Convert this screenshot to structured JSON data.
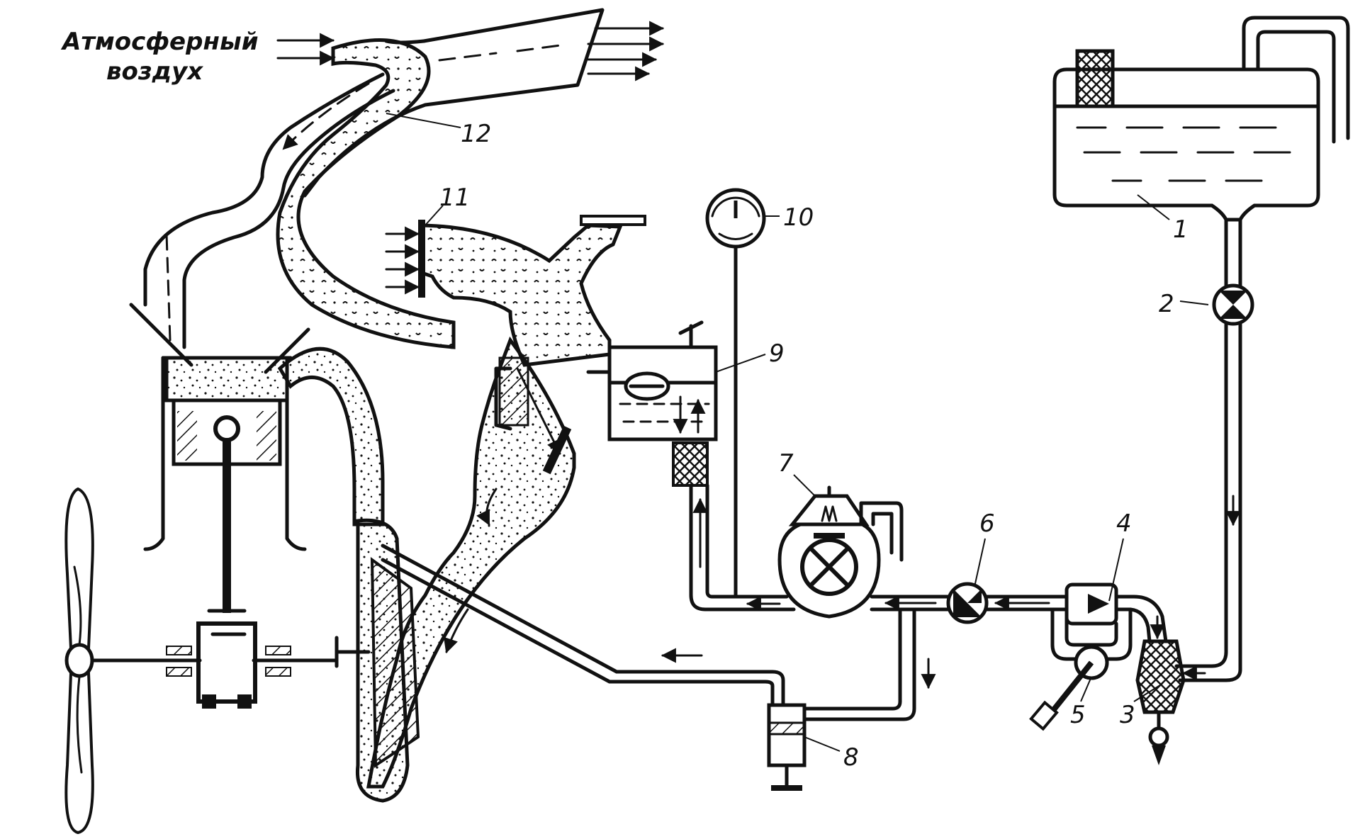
{
  "caption": {
    "line1": "Атмосферный",
    "line2": "воздух"
  },
  "labels": {
    "l1": "1",
    "l2": "2",
    "l3": "3",
    "l4": "4",
    "l5": "5",
    "l6": "6",
    "l7": "7",
    "l8": "8",
    "l9": "9",
    "l10": "10",
    "l11": "11",
    "l12": "12"
  },
  "colors": {
    "ink": "#111111",
    "paper": "#ffffff"
  }
}
